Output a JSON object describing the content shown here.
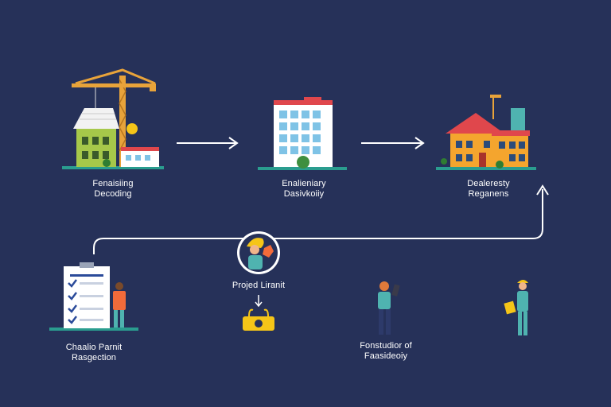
{
  "colors": {
    "background": "#263159",
    "connector": "#ffffff",
    "crane": "#e8a33a",
    "ground": "#2a9d8f",
    "building_green": "#a6c84a",
    "roof_red": "#e0474c",
    "house_orange": "#f4a52e",
    "window_blue": "#7fc3e6",
    "worker_orange": "#f26b3a",
    "worker_teal": "#4fb3b0",
    "hardhat_yellow": "#f5c518"
  },
  "stages": [
    {
      "line1": "Fenaisiing",
      "line2": "Decoding",
      "icon": "construction-crane-icon"
    },
    {
      "line1": "Enalieniary",
      "line2": "Dasivkoiiy",
      "icon": "office-building-icon"
    },
    {
      "line1": "Dealeresty",
      "line2": "Reganens",
      "icon": "finished-house-icon"
    }
  ],
  "permit": {
    "line1": "Chaalio Parnit",
    "line2": "Rasgection",
    "icon": "checklist-clipboard-icon"
  },
  "project": {
    "label": "Projed Liranit",
    "icon": "worker-avatar-icon",
    "bag_icon": "money-bag-icon"
  },
  "construction": {
    "line1": "Fonstudior of",
    "line2": "Faasideoiy",
    "icon": "worker-tablet-icon"
  },
  "inspector": {
    "icon": "inspector-worker-icon"
  }
}
